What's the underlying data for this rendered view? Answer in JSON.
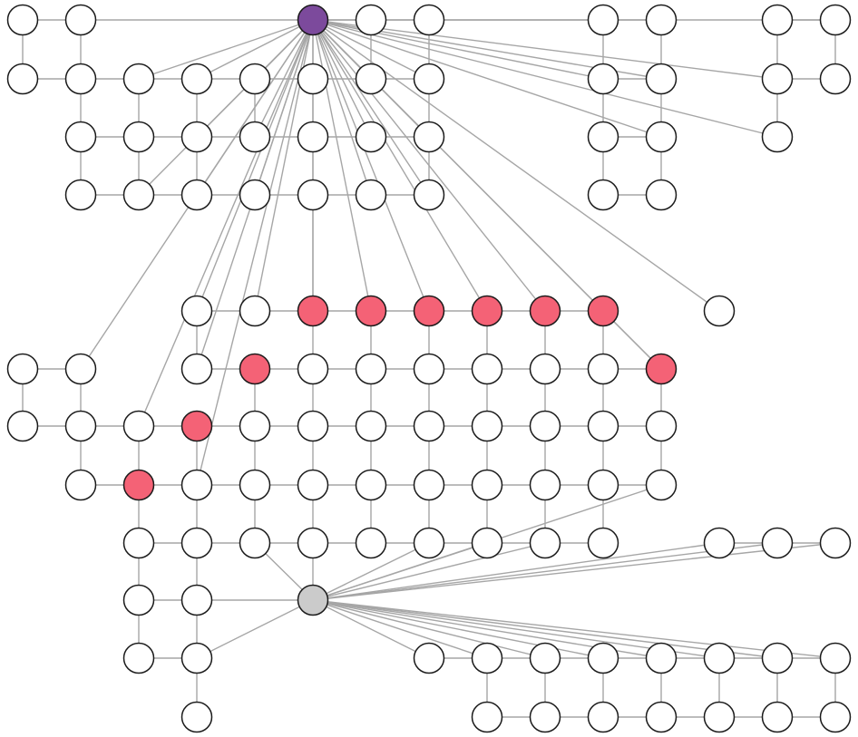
{
  "colors": {
    "background": "#ffffff",
    "node_default": "#ffffff",
    "node_highlight": "#f46276",
    "node_source": "#7c4a9c",
    "node_hub": "#cbcbcb",
    "node_stroke": "#1a1a1a",
    "edge": "#a6a6a6"
  },
  "graph": {
    "cols": [
      25,
      89,
      153,
      217,
      281,
      345,
      409,
      473,
      537,
      601,
      665,
      729,
      793,
      857,
      921
    ],
    "rows": [
      22,
      87,
      151,
      215,
      343,
      407,
      470,
      535,
      599,
      662,
      726,
      791
    ],
    "nodes": [
      {
        "id": "a0",
        "c": 0,
        "r": 0
      },
      {
        "id": "a1",
        "c": 1,
        "r": 0
      },
      {
        "id": "S",
        "c": 5,
        "r": 0,
        "kind": "source"
      },
      {
        "id": "a6",
        "c": 6,
        "r": 0
      },
      {
        "id": "a7",
        "c": 7,
        "r": 0
      },
      {
        "id": "a10",
        "c": 10,
        "r": 0
      },
      {
        "id": "a11",
        "c": 11,
        "r": 0
      },
      {
        "id": "a13",
        "c": 13,
        "r": 0
      },
      {
        "id": "a14",
        "c": 14,
        "r": 0
      },
      {
        "id": "b0",
        "c": 0,
        "r": 1
      },
      {
        "id": "b1",
        "c": 1,
        "r": 1
      },
      {
        "id": "b2",
        "c": 2,
        "r": 1
      },
      {
        "id": "b3",
        "c": 3,
        "r": 1
      },
      {
        "id": "b4",
        "c": 4,
        "r": 1
      },
      {
        "id": "b5",
        "c": 5,
        "r": 1
      },
      {
        "id": "b6",
        "c": 6,
        "r": 1
      },
      {
        "id": "b7",
        "c": 7,
        "r": 1
      },
      {
        "id": "b10",
        "c": 10,
        "r": 1
      },
      {
        "id": "b11",
        "c": 11,
        "r": 1
      },
      {
        "id": "b13",
        "c": 13,
        "r": 1
      },
      {
        "id": "b14",
        "c": 14,
        "r": 1
      },
      {
        "id": "c1",
        "c": 1,
        "r": 2
      },
      {
        "id": "c2",
        "c": 2,
        "r": 2
      },
      {
        "id": "c3",
        "c": 3,
        "r": 2
      },
      {
        "id": "c4",
        "c": 4,
        "r": 2
      },
      {
        "id": "c5",
        "c": 5,
        "r": 2
      },
      {
        "id": "c6",
        "c": 6,
        "r": 2
      },
      {
        "id": "c7",
        "c": 7,
        "r": 2
      },
      {
        "id": "c10",
        "c": 10,
        "r": 2
      },
      {
        "id": "c11",
        "c": 11,
        "r": 2
      },
      {
        "id": "c13",
        "c": 13,
        "r": 2
      },
      {
        "id": "d1",
        "c": 1,
        "r": 3
      },
      {
        "id": "d2",
        "c": 2,
        "r": 3
      },
      {
        "id": "d3",
        "c": 3,
        "r": 3
      },
      {
        "id": "d4",
        "c": 4,
        "r": 3
      },
      {
        "id": "d5",
        "c": 5,
        "r": 3
      },
      {
        "id": "d6",
        "c": 6,
        "r": 3
      },
      {
        "id": "d7",
        "c": 7,
        "r": 3
      },
      {
        "id": "d10",
        "c": 10,
        "r": 3
      },
      {
        "id": "d11",
        "c": 11,
        "r": 3
      },
      {
        "id": "e3",
        "c": 3,
        "r": 4
      },
      {
        "id": "e4",
        "c": 4,
        "r": 4
      },
      {
        "id": "e5",
        "c": 5,
        "r": 4,
        "kind": "highlight"
      },
      {
        "id": "e6",
        "c": 6,
        "r": 4,
        "kind": "highlight"
      },
      {
        "id": "e7",
        "c": 7,
        "r": 4,
        "kind": "highlight"
      },
      {
        "id": "e8",
        "c": 8,
        "r": 4,
        "kind": "highlight"
      },
      {
        "id": "e9",
        "c": 9,
        "r": 4,
        "kind": "highlight"
      },
      {
        "id": "e10",
        "c": 10,
        "r": 4,
        "kind": "highlight"
      },
      {
        "id": "e12",
        "c": 12,
        "r": 4
      },
      {
        "id": "f0",
        "c": 0,
        "r": 5
      },
      {
        "id": "f1",
        "c": 1,
        "r": 5
      },
      {
        "id": "f3",
        "c": 3,
        "r": 5
      },
      {
        "id": "f4",
        "c": 4,
        "r": 5,
        "kind": "highlight"
      },
      {
        "id": "f5",
        "c": 5,
        "r": 5
      },
      {
        "id": "f6",
        "c": 6,
        "r": 5
      },
      {
        "id": "f7",
        "c": 7,
        "r": 5
      },
      {
        "id": "f8",
        "c": 8,
        "r": 5
      },
      {
        "id": "f9",
        "c": 9,
        "r": 5
      },
      {
        "id": "f10",
        "c": 10,
        "r": 5
      },
      {
        "id": "f11",
        "c": 11,
        "r": 5,
        "kind": "highlight"
      },
      {
        "id": "g0",
        "c": 0,
        "r": 6
      },
      {
        "id": "g1",
        "c": 1,
        "r": 6
      },
      {
        "id": "g2",
        "c": 2,
        "r": 6
      },
      {
        "id": "g3",
        "c": 3,
        "r": 6,
        "kind": "highlight"
      },
      {
        "id": "g4",
        "c": 4,
        "r": 6
      },
      {
        "id": "g5",
        "c": 5,
        "r": 6
      },
      {
        "id": "g6",
        "c": 6,
        "r": 6
      },
      {
        "id": "g7",
        "c": 7,
        "r": 6
      },
      {
        "id": "g8",
        "c": 8,
        "r": 6
      },
      {
        "id": "g9",
        "c": 9,
        "r": 6
      },
      {
        "id": "g10",
        "c": 10,
        "r": 6
      },
      {
        "id": "g11",
        "c": 11,
        "r": 6
      },
      {
        "id": "h1",
        "c": 1,
        "r": 7
      },
      {
        "id": "h2",
        "c": 2,
        "r": 7,
        "kind": "highlight"
      },
      {
        "id": "h3",
        "c": 3,
        "r": 7
      },
      {
        "id": "h4",
        "c": 4,
        "r": 7
      },
      {
        "id": "h5",
        "c": 5,
        "r": 7
      },
      {
        "id": "h6",
        "c": 6,
        "r": 7
      },
      {
        "id": "h7",
        "c": 7,
        "r": 7
      },
      {
        "id": "h8",
        "c": 8,
        "r": 7
      },
      {
        "id": "h9",
        "c": 9,
        "r": 7
      },
      {
        "id": "h10",
        "c": 10,
        "r": 7
      },
      {
        "id": "h11",
        "c": 11,
        "r": 7
      },
      {
        "id": "i2",
        "c": 2,
        "r": 8
      },
      {
        "id": "i3",
        "c": 3,
        "r": 8
      },
      {
        "id": "i4",
        "c": 4,
        "r": 8
      },
      {
        "id": "i5",
        "c": 5,
        "r": 8
      },
      {
        "id": "i6",
        "c": 6,
        "r": 8
      },
      {
        "id": "i7",
        "c": 7,
        "r": 8
      },
      {
        "id": "i8",
        "c": 8,
        "r": 8
      },
      {
        "id": "i9",
        "c": 9,
        "r": 8
      },
      {
        "id": "i10",
        "c": 10,
        "r": 8
      },
      {
        "id": "i12",
        "c": 12,
        "r": 8
      },
      {
        "id": "i13",
        "c": 13,
        "r": 8
      },
      {
        "id": "i14",
        "c": 14,
        "r": 8
      },
      {
        "id": "j2",
        "c": 2,
        "r": 9
      },
      {
        "id": "j3",
        "c": 3,
        "r": 9
      },
      {
        "id": "H",
        "c": 5,
        "r": 9,
        "kind": "hub"
      },
      {
        "id": "k2",
        "c": 2,
        "r": 10
      },
      {
        "id": "k3",
        "c": 3,
        "r": 10
      },
      {
        "id": "k7",
        "c": 7,
        "r": 10
      },
      {
        "id": "k8",
        "c": 8,
        "r": 10
      },
      {
        "id": "k9",
        "c": 9,
        "r": 10
      },
      {
        "id": "k10",
        "c": 10,
        "r": 10
      },
      {
        "id": "k11",
        "c": 11,
        "r": 10
      },
      {
        "id": "k12",
        "c": 12,
        "r": 10
      },
      {
        "id": "k13",
        "c": 13,
        "r": 10
      },
      {
        "id": "k14",
        "c": 14,
        "r": 10
      },
      {
        "id": "l3",
        "c": 3,
        "r": 11
      },
      {
        "id": "l8",
        "c": 8,
        "r": 11
      },
      {
        "id": "l9",
        "c": 9,
        "r": 11
      },
      {
        "id": "l10",
        "c": 10,
        "r": 11
      },
      {
        "id": "l11",
        "c": 11,
        "r": 11
      },
      {
        "id": "l12",
        "c": 12,
        "r": 11
      },
      {
        "id": "l13",
        "c": 13,
        "r": 11
      },
      {
        "id": "l14",
        "c": 14,
        "r": 11
      }
    ],
    "edges": [
      [
        "a0",
        "a1"
      ],
      [
        "a0",
        "b0"
      ],
      [
        "b0",
        "b1"
      ],
      [
        "a1",
        "b1"
      ],
      [
        "a1",
        "S"
      ],
      [
        "S",
        "a6"
      ],
      [
        "a6",
        "a7"
      ],
      [
        "a7",
        "a10"
      ],
      [
        "a10",
        "a11"
      ],
      [
        "a10",
        "b10"
      ],
      [
        "a11",
        "b11"
      ],
      [
        "a13",
        "a14"
      ],
      [
        "a13",
        "b13"
      ],
      [
        "b13",
        "c13"
      ],
      [
        "b14",
        "a14"
      ],
      [
        "b1",
        "b2"
      ],
      [
        "b2",
        "b3"
      ],
      [
        "b3",
        "b4"
      ],
      [
        "b4",
        "b5"
      ],
      [
        "b5",
        "b6"
      ],
      [
        "b6",
        "b7"
      ],
      [
        "b10",
        "b11"
      ],
      [
        "b13",
        "b14"
      ],
      [
        "b1",
        "c1"
      ],
      [
        "b2",
        "c2"
      ],
      [
        "b3",
        "c3"
      ],
      [
        "b4",
        "c4"
      ],
      [
        "b5",
        "c5"
      ],
      [
        "a6",
        "b6"
      ],
      [
        "a7",
        "b7"
      ],
      [
        "b7",
        "c7"
      ],
      [
        "c1",
        "c2"
      ],
      [
        "c2",
        "c3"
      ],
      [
        "c3",
        "c4"
      ],
      [
        "c4",
        "c5"
      ],
      [
        "c5",
        "c6"
      ],
      [
        "c6",
        "c7"
      ],
      [
        "c10",
        "c11"
      ],
      [
        "b10",
        "c10"
      ],
      [
        "b11",
        "c11"
      ],
      [
        "c1",
        "d1"
      ],
      [
        "c2",
        "d2"
      ],
      [
        "c3",
        "d3"
      ],
      [
        "c5",
        "d5"
      ],
      [
        "c7",
        "d7"
      ],
      [
        "c10",
        "d10"
      ],
      [
        "c11",
        "d11"
      ],
      [
        "d1",
        "d2"
      ],
      [
        "d2",
        "d3"
      ],
      [
        "d3",
        "d4"
      ],
      [
        "d4",
        "d5"
      ],
      [
        "d5",
        "d6"
      ],
      [
        "d6",
        "d7"
      ],
      [
        "d10",
        "d11"
      ],
      [
        "S",
        "b2"
      ],
      [
        "S",
        "b3"
      ],
      [
        "S",
        "b4"
      ],
      [
        "S",
        "b5"
      ],
      [
        "S",
        "b6"
      ],
      [
        "S",
        "b7"
      ],
      [
        "S",
        "b10"
      ],
      [
        "S",
        "b11"
      ],
      [
        "S",
        "b13"
      ],
      [
        "S",
        "c3"
      ],
      [
        "S",
        "c4"
      ],
      [
        "S",
        "c6"
      ],
      [
        "S",
        "c7"
      ],
      [
        "S",
        "c11"
      ],
      [
        "S",
        "c13"
      ],
      [
        "S",
        "d2"
      ],
      [
        "S",
        "d3"
      ],
      [
        "S",
        "d4"
      ],
      [
        "S",
        "d6"
      ],
      [
        "S",
        "d7"
      ],
      [
        "S",
        "e3"
      ],
      [
        "S",
        "e4"
      ],
      [
        "S",
        "e5"
      ],
      [
        "S",
        "e6"
      ],
      [
        "S",
        "e7"
      ],
      [
        "S",
        "e8"
      ],
      [
        "S",
        "e9"
      ],
      [
        "S",
        "e10"
      ],
      [
        "S",
        "e12"
      ],
      [
        "S",
        "f1"
      ],
      [
        "S",
        "f3"
      ],
      [
        "S",
        "g2"
      ],
      [
        "S",
        "h3"
      ],
      [
        "S",
        "f11"
      ],
      [
        "S",
        "a14"
      ],
      [
        "d5",
        "e5"
      ],
      [
        "e3",
        "e4"
      ],
      [
        "e4",
        "e5"
      ],
      [
        "e5",
        "e6"
      ],
      [
        "e6",
        "e7"
      ],
      [
        "e7",
        "e8"
      ],
      [
        "e8",
        "e9"
      ],
      [
        "e9",
        "e10"
      ],
      [
        "e10",
        "f11"
      ],
      [
        "e3",
        "f3"
      ],
      [
        "e5",
        "f5"
      ],
      [
        "e6",
        "f6"
      ],
      [
        "e7",
        "f7"
      ],
      [
        "e8",
        "f8"
      ],
      [
        "e9",
        "f9"
      ],
      [
        "e10",
        "f10"
      ],
      [
        "f0",
        "f1"
      ],
      [
        "f0",
        "g0"
      ],
      [
        "f1",
        "g1"
      ],
      [
        "f3",
        "f4"
      ],
      [
        "f4",
        "f5"
      ],
      [
        "f5",
        "f6"
      ],
      [
        "f6",
        "f7"
      ],
      [
        "f7",
        "f8"
      ],
      [
        "f8",
        "f9"
      ],
      [
        "f9",
        "f10"
      ],
      [
        "f10",
        "f11"
      ],
      [
        "f4",
        "g4"
      ],
      [
        "f5",
        "g5"
      ],
      [
        "f6",
        "g6"
      ],
      [
        "f7",
        "g7"
      ],
      [
        "f8",
        "g8"
      ],
      [
        "f9",
        "g9"
      ],
      [
        "f10",
        "g10"
      ],
      [
        "f11",
        "g11"
      ],
      [
        "g0",
        "g1"
      ],
      [
        "g1",
        "g2"
      ],
      [
        "g2",
        "g3"
      ],
      [
        "g3",
        "g4"
      ],
      [
        "g4",
        "g5"
      ],
      [
        "g5",
        "g6"
      ],
      [
        "g6",
        "g7"
      ],
      [
        "g7",
        "g8"
      ],
      [
        "g8",
        "g9"
      ],
      [
        "g9",
        "g10"
      ],
      [
        "g10",
        "g11"
      ],
      [
        "g1",
        "h1"
      ],
      [
        "g2",
        "h2"
      ],
      [
        "g3",
        "h3"
      ],
      [
        "g4",
        "h4"
      ],
      [
        "g5",
        "h5"
      ],
      [
        "g6",
        "h6"
      ],
      [
        "g7",
        "h7"
      ],
      [
        "g8",
        "h8"
      ],
      [
        "g9",
        "h9"
      ],
      [
        "g10",
        "h10"
      ],
      [
        "g11",
        "h11"
      ],
      [
        "h1",
        "h2"
      ],
      [
        "h2",
        "h3"
      ],
      [
        "h3",
        "h4"
      ],
      [
        "h4",
        "h5"
      ],
      [
        "h5",
        "h6"
      ],
      [
        "h6",
        "h7"
      ],
      [
        "h7",
        "h8"
      ],
      [
        "h8",
        "h9"
      ],
      [
        "h9",
        "h10"
      ],
      [
        "h10",
        "h11"
      ],
      [
        "h2",
        "i2"
      ],
      [
        "h3",
        "i3"
      ],
      [
        "h4",
        "i4"
      ],
      [
        "h5",
        "i5"
      ],
      [
        "h6",
        "i6"
      ],
      [
        "h7",
        "i7"
      ],
      [
        "h8",
        "i8"
      ],
      [
        "h9",
        "i9"
      ],
      [
        "h10",
        "i10"
      ],
      [
        "i2",
        "i3"
      ],
      [
        "i3",
        "i4"
      ],
      [
        "i4",
        "i5"
      ],
      [
        "i5",
        "i6"
      ],
      [
        "i6",
        "i7"
      ],
      [
        "i7",
        "i8"
      ],
      [
        "i8",
        "i9"
      ],
      [
        "i9",
        "i10"
      ],
      [
        "i12",
        "i13"
      ],
      [
        "i13",
        "i14"
      ],
      [
        "i2",
        "j2"
      ],
      [
        "i3",
        "j3"
      ],
      [
        "j2",
        "j3"
      ],
      [
        "j3",
        "H"
      ],
      [
        "j2",
        "k2"
      ],
      [
        "j3",
        "k3"
      ],
      [
        "k2",
        "k3"
      ],
      [
        "k3",
        "l3"
      ],
      [
        "H",
        "i4"
      ],
      [
        "H",
        "i5"
      ],
      [
        "H",
        "i7"
      ],
      [
        "H",
        "i8"
      ],
      [
        "H",
        "i9"
      ],
      [
        "H",
        "i12"
      ],
      [
        "H",
        "i13"
      ],
      [
        "H",
        "i14"
      ],
      [
        "H",
        "h11"
      ],
      [
        "H",
        "k3"
      ],
      [
        "H",
        "k7"
      ],
      [
        "H",
        "k8"
      ],
      [
        "H",
        "k9"
      ],
      [
        "H",
        "k10"
      ],
      [
        "H",
        "k11"
      ],
      [
        "H",
        "k12"
      ],
      [
        "H",
        "k13"
      ],
      [
        "H",
        "k14"
      ],
      [
        "k7",
        "k8"
      ],
      [
        "k8",
        "k9"
      ],
      [
        "k9",
        "k10"
      ],
      [
        "k10",
        "k11"
      ],
      [
        "k11",
        "k12"
      ],
      [
        "k12",
        "k13"
      ],
      [
        "k13",
        "k14"
      ],
      [
        "k8",
        "l8"
      ],
      [
        "k9",
        "l9"
      ],
      [
        "k10",
        "l10"
      ],
      [
        "k11",
        "l11"
      ],
      [
        "k12",
        "l12"
      ],
      [
        "k13",
        "l13"
      ],
      [
        "k14",
        "l14"
      ],
      [
        "l8",
        "l9"
      ],
      [
        "l9",
        "l10"
      ],
      [
        "l10",
        "l11"
      ],
      [
        "l11",
        "l12"
      ],
      [
        "l12",
        "l13"
      ],
      [
        "l13",
        "l14"
      ]
    ]
  }
}
